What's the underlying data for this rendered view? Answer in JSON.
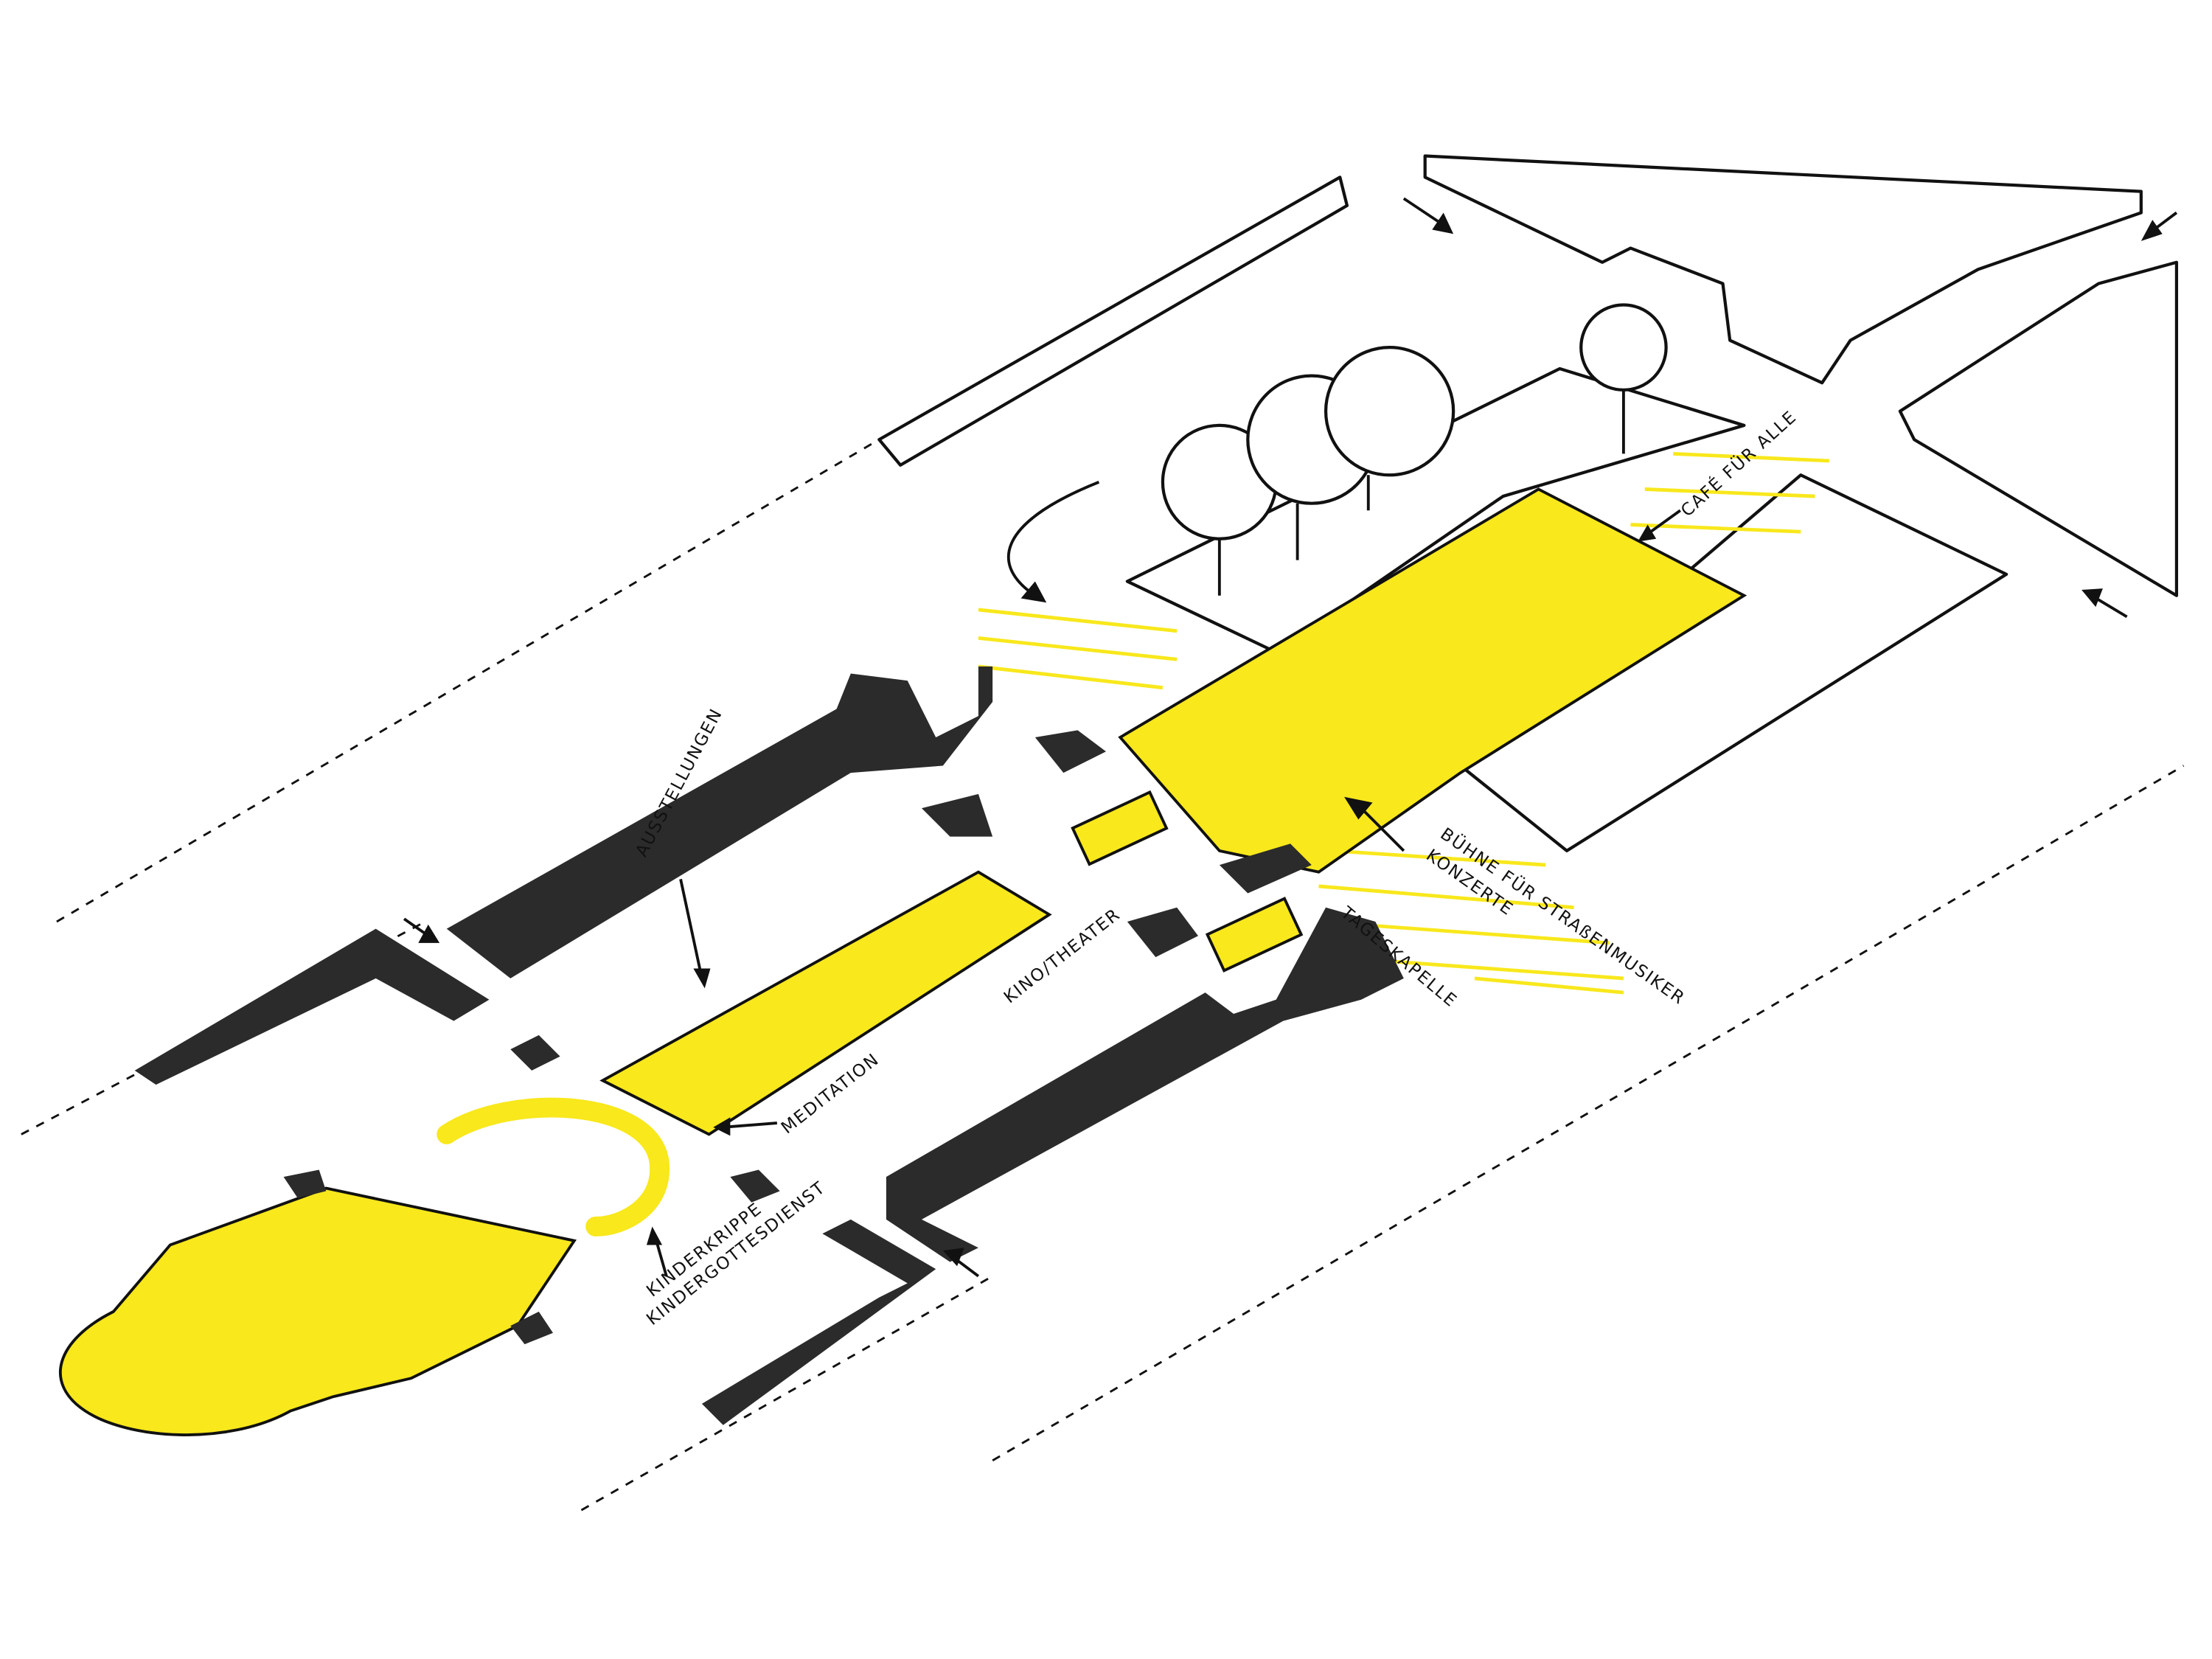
{
  "labels": {
    "exhibitions": "AUSSTELLUNGEN",
    "cinema": "KINO/THEATER",
    "meditation": "MEDITATION",
    "creche": "KINDERKRIPPE",
    "childrens_service": "KINDERGOTTESDIENST",
    "day_chapel": "TAGESKAPELLE",
    "stage_line1": "BÜHNE FÜR STRAßENMUSIKER",
    "stage_line2": "KONZERTE",
    "cafe": "CAFÉ FÜR ALLE"
  },
  "colors": {
    "accent": "#f8e81c",
    "ink": "#111111",
    "walls": "#2b2b2b"
  }
}
